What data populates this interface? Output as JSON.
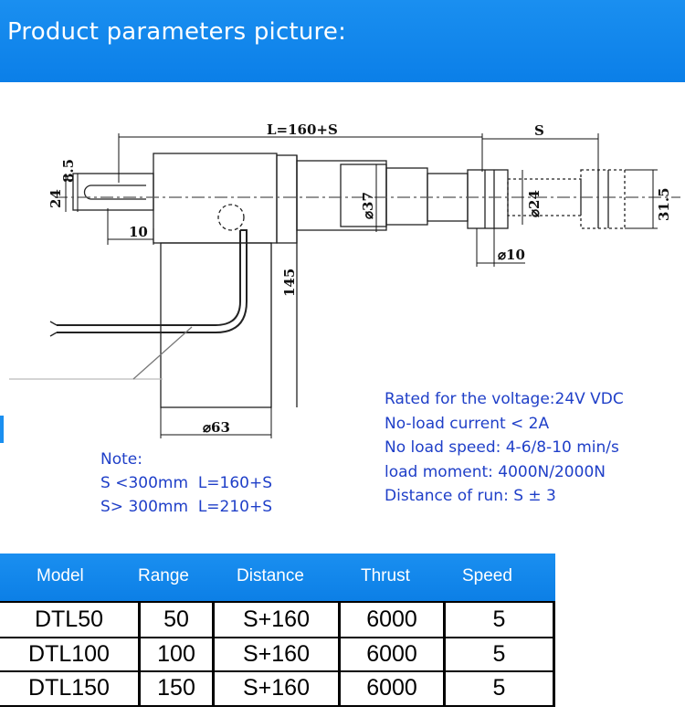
{
  "header": {
    "title": "Product parameters picture:"
  },
  "drawing": {
    "dim_length": "L=160+S",
    "dim_stroke": "S",
    "dim_8_5": "8.5",
    "dim_24": "24",
    "dim_10": "10",
    "dim_d37": "⌀37",
    "dim_d24": "⌀24",
    "dim_31_5": "31.5",
    "dim_d10": "⌀10",
    "dim_145": "145",
    "dim_d63": "⌀63"
  },
  "specs": {
    "lines": [
      "Rated for the voltage:24V VDC",
      "No-load current < 2A",
      "No load speed: 4-6/8-10 min/s",
      "load moment: 4000N/2000N",
      "Distance of run: S ± 3"
    ]
  },
  "note": {
    "title": "Note:",
    "line1": "S <300mm  L=160+S",
    "line2": "S> 300mm  L=210+S"
  },
  "table": {
    "headers": [
      "Model",
      "Range",
      "Distance",
      "Thrust",
      "Speed"
    ],
    "rows": [
      [
        "DTL50",
        "50",
        "S+160",
        "6000",
        "5"
      ],
      [
        "DTL100",
        "100",
        "S+160",
        "6000",
        "5"
      ],
      [
        "DTL150",
        "150",
        "S+160",
        "6000",
        "5"
      ]
    ]
  },
  "colors": {
    "accent": "#0b7fe8",
    "text_blue": "#1f3fc8"
  }
}
